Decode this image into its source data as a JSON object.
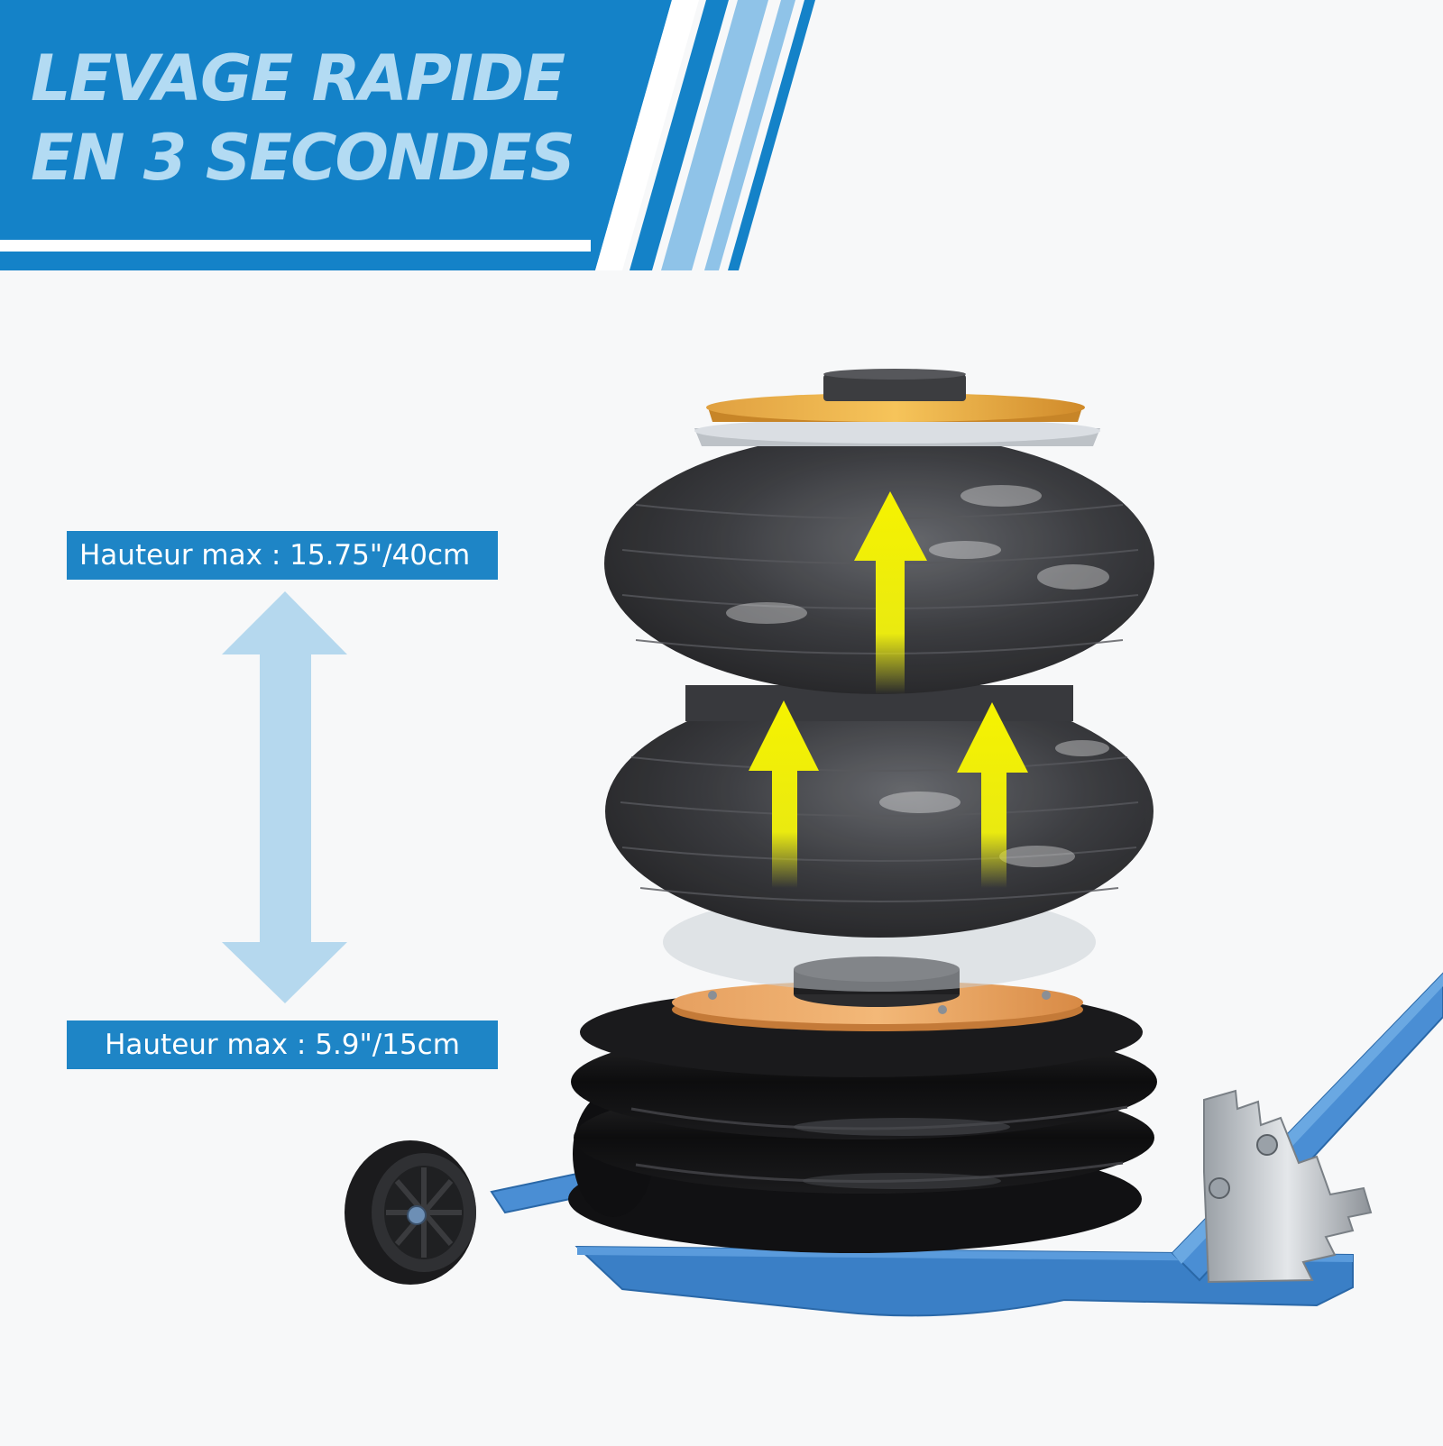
{
  "banner": {
    "headline_line1": "LEVAGE RAPIDE",
    "headline_line2": "EN 3 SECONDES"
  },
  "dimensions": {
    "max_height_label": "Hauteur max : 15.75\"/40cm",
    "min_height_label": "Hauteur max : 5.9\"/15cm"
  },
  "colors": {
    "banner_blue": "#1482c8",
    "headline_text": "#b3dbf3",
    "label_box": "#1e85c6",
    "label_text": "#ffffff",
    "double_arrow": "#b5d8ee",
    "lift_arrows": "#f4f000",
    "bellows": "#1f1f22",
    "jack_base": "#3a7fc6",
    "saddle_plate": "#f0a038"
  },
  "icons": {
    "height_arrow": "double-vertical-arrow-icon",
    "lift_arrow": "up-arrow-icon"
  }
}
